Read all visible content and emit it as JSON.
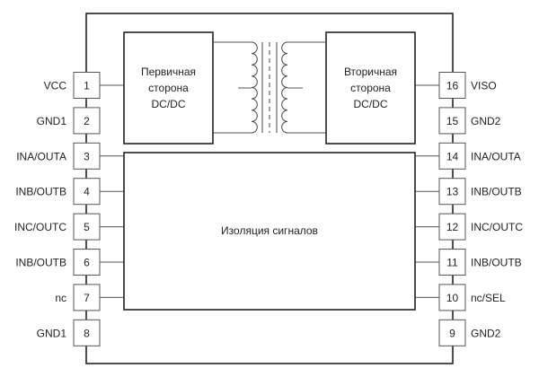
{
  "primary": {
    "lines": [
      "Первичная",
      "сторона",
      "DC/DC"
    ]
  },
  "secondary": {
    "lines": [
      "Вторичная",
      "сторона",
      "DC/DC"
    ]
  },
  "isolation": {
    "label": "Изоляция сигналов"
  },
  "left_pins": [
    {
      "number": "1",
      "label": "VCC",
      "connects": "primary"
    },
    {
      "number": "2",
      "label": "GND1",
      "connects": "none"
    },
    {
      "number": "3",
      "label": "INA/OUTA",
      "connects": "signal"
    },
    {
      "number": "4",
      "label": "INB/OUTB",
      "connects": "signal"
    },
    {
      "number": "5",
      "label": "INC/OUTC",
      "connects": "signal"
    },
    {
      "number": "6",
      "label": "INB/OUTB",
      "connects": "signal"
    },
    {
      "number": "7",
      "label": "nc",
      "connects": "signal"
    },
    {
      "number": "8",
      "label": "GND1",
      "connects": "none"
    }
  ],
  "right_pins": [
    {
      "number": "16",
      "label": "VISO",
      "connects": "secondary"
    },
    {
      "number": "15",
      "label": "GND2",
      "connects": "none"
    },
    {
      "number": "14",
      "label": "INA/OUTA",
      "connects": "signal"
    },
    {
      "number": "13",
      "label": "INB/OUTB",
      "connects": "signal"
    },
    {
      "number": "12",
      "label": "INC/OUTC",
      "connects": "signal"
    },
    {
      "number": "11",
      "label": "INB/OUTB",
      "connects": "signal"
    },
    {
      "number": "10",
      "label": "nc/SEL",
      "connects": "signal"
    },
    {
      "number": "9",
      "label": "GND2",
      "connects": "none"
    }
  ]
}
